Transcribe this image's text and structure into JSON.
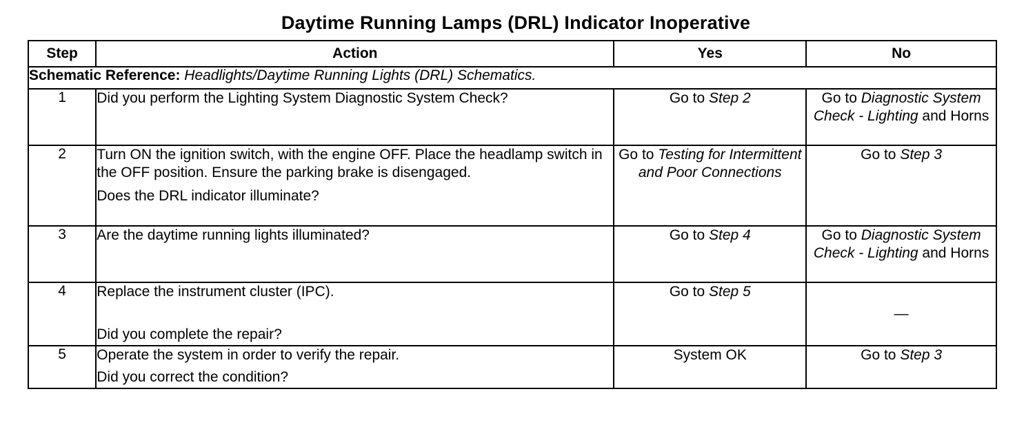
{
  "title": "Daytime Running Lamps (DRL) Indicator Inoperative",
  "headers": {
    "step": "Step",
    "action": "Action",
    "yes": "Yes",
    "no": "No"
  },
  "schematic": {
    "label": "Schematic Reference:",
    "text": "Headlights/Daytime Running Lights (DRL) Schematics."
  },
  "rows": [
    {
      "step": "1",
      "action": [
        "Did you perform the Lighting System Diagnostic System Check?"
      ],
      "yes": {
        "pre": "Go to ",
        "ref": "Step 2"
      },
      "no": {
        "pre": "Go to ",
        "ref": "Diagnostic System Check - Lighting",
        "post": " and Horns"
      }
    },
    {
      "step": "2",
      "action": [
        "Turn ON the ignition switch, with the engine OFF. Place the headlamp switch in the OFF position. Ensure the parking brake is disengaged.",
        "Does the DRL indicator illuminate?"
      ],
      "yes": {
        "pre": "Go to ",
        "ref": "Testing for Intermittent and Poor Connections"
      },
      "no": {
        "pre": "Go to ",
        "ref": "Step 3"
      }
    },
    {
      "step": "3",
      "action": [
        "Are the daytime running lights illuminated?"
      ],
      "yes": {
        "pre": "Go to ",
        "ref": "Step 4"
      },
      "no": {
        "pre": "Go to ",
        "ref": "Diagnostic System Check - Lighting",
        "post": " and Horns"
      }
    },
    {
      "step": "4",
      "action": [
        "Replace the instrument cluster (IPC).",
        "Did you complete the repair?"
      ],
      "yes": {
        "pre": "Go to ",
        "ref": "Step 5"
      },
      "no": {
        "text": "—"
      }
    },
    {
      "step": "5",
      "action": [
        "Operate the system in order to verify the repair.",
        "Did you correct the condition?"
      ],
      "yes": {
        "text": "System OK"
      },
      "no": {
        "pre": "Go to ",
        "ref": "Step 3"
      }
    }
  ]
}
